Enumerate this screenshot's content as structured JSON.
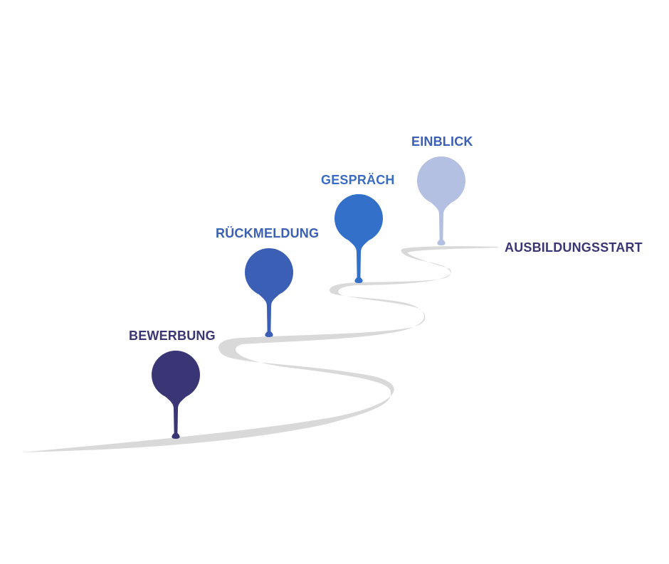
{
  "diagram": {
    "type": "roadmap",
    "road_color": "#d9d9d9",
    "steps": [
      {
        "label": "BEWERBUNG",
        "pin_color": "#3a3676",
        "text_color": "#3a3676"
      },
      {
        "label": "RÜCKMELDUNG",
        "pin_color": "#3a5fb5",
        "text_color": "#3a5fb5"
      },
      {
        "label": "GESPRÄCH",
        "pin_color": "#3370c9",
        "text_color": "#3a6bc5"
      },
      {
        "label": "EINBLICK",
        "pin_color": "#b3c0e2",
        "text_color": "#3a5fb5"
      }
    ],
    "end": {
      "label": "AUSBILDUNGSSTART",
      "text_color": "#3a3676"
    }
  }
}
